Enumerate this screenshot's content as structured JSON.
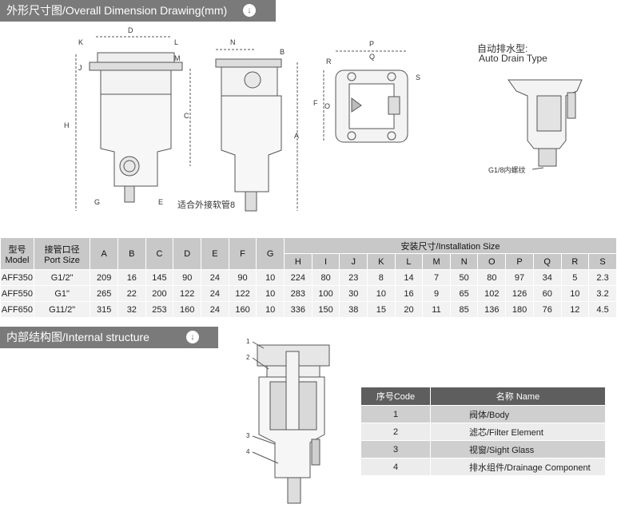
{
  "section1": {
    "title": "外形尺寸图/Overall Dimension Drawing(mm)",
    "icon": "download-icon"
  },
  "section2": {
    "title": "内部结构图/Internal structure",
    "icon": "download-icon"
  },
  "drawing": {
    "front_labels": [
      "D",
      "K",
      "L",
      "J",
      "M",
      "H",
      "C",
      "G",
      "E"
    ],
    "side_labels": [
      "N",
      "B",
      "A"
    ],
    "top_labels": [
      "P",
      "Q",
      "R",
      "S",
      "F",
      "O"
    ],
    "fitting_note": "适合外接软管8",
    "auto_drain_cn": "自动排水型:",
    "auto_drain_en": "Auto Drain Type",
    "thread_note": "G1/8内螺纹"
  },
  "dim_table": {
    "model_cn": "型号",
    "model_en": "Model",
    "port_cn": "接管口径",
    "port_en": "Port Size",
    "install_header": "安装尺寸/Installation Size",
    "cols_a": [
      "A",
      "B",
      "C",
      "D",
      "E",
      "F",
      "G"
    ],
    "cols_b": [
      "H",
      "I",
      "J",
      "K",
      "L",
      "M",
      "N",
      "O",
      "P",
      "Q",
      "R",
      "S"
    ],
    "rows": [
      {
        "model": "AFF350",
        "port": "G1/2\"",
        "vals": [
          "209",
          "16",
          "145",
          "90",
          "24",
          "90",
          "10",
          "224",
          "80",
          "23",
          "8",
          "14",
          "7",
          "50",
          "80",
          "97",
          "34",
          "5",
          "2.3"
        ]
      },
      {
        "model": "AFF550",
        "port": "G1\"",
        "vals": [
          "265",
          "22",
          "200",
          "122",
          "24",
          "122",
          "10",
          "283",
          "100",
          "30",
          "10",
          "16",
          "9",
          "65",
          "102",
          "126",
          "60",
          "10",
          "3.2"
        ]
      },
      {
        "model": "AFF650",
        "port": "G11/2\"",
        "vals": [
          "315",
          "32",
          "253",
          "160",
          "24",
          "160",
          "10",
          "336",
          "150",
          "38",
          "15",
          "20",
          "11",
          "85",
          "136",
          "180",
          "76",
          "12",
          "4.5"
        ]
      }
    ]
  },
  "internal": {
    "callouts": [
      "1",
      "2",
      "3",
      "4"
    ]
  },
  "parts_table": {
    "head_no": "序号Code",
    "head_name": "名称 Name",
    "rows": [
      {
        "no": "1",
        "name": "阀体/Body"
      },
      {
        "no": "2",
        "name": "滤芯/Filter Element"
      },
      {
        "no": "3",
        "name": "视窗/Sight Glass"
      },
      {
        "no": "4",
        "name": "排水组件/Drainage Component"
      }
    ]
  }
}
